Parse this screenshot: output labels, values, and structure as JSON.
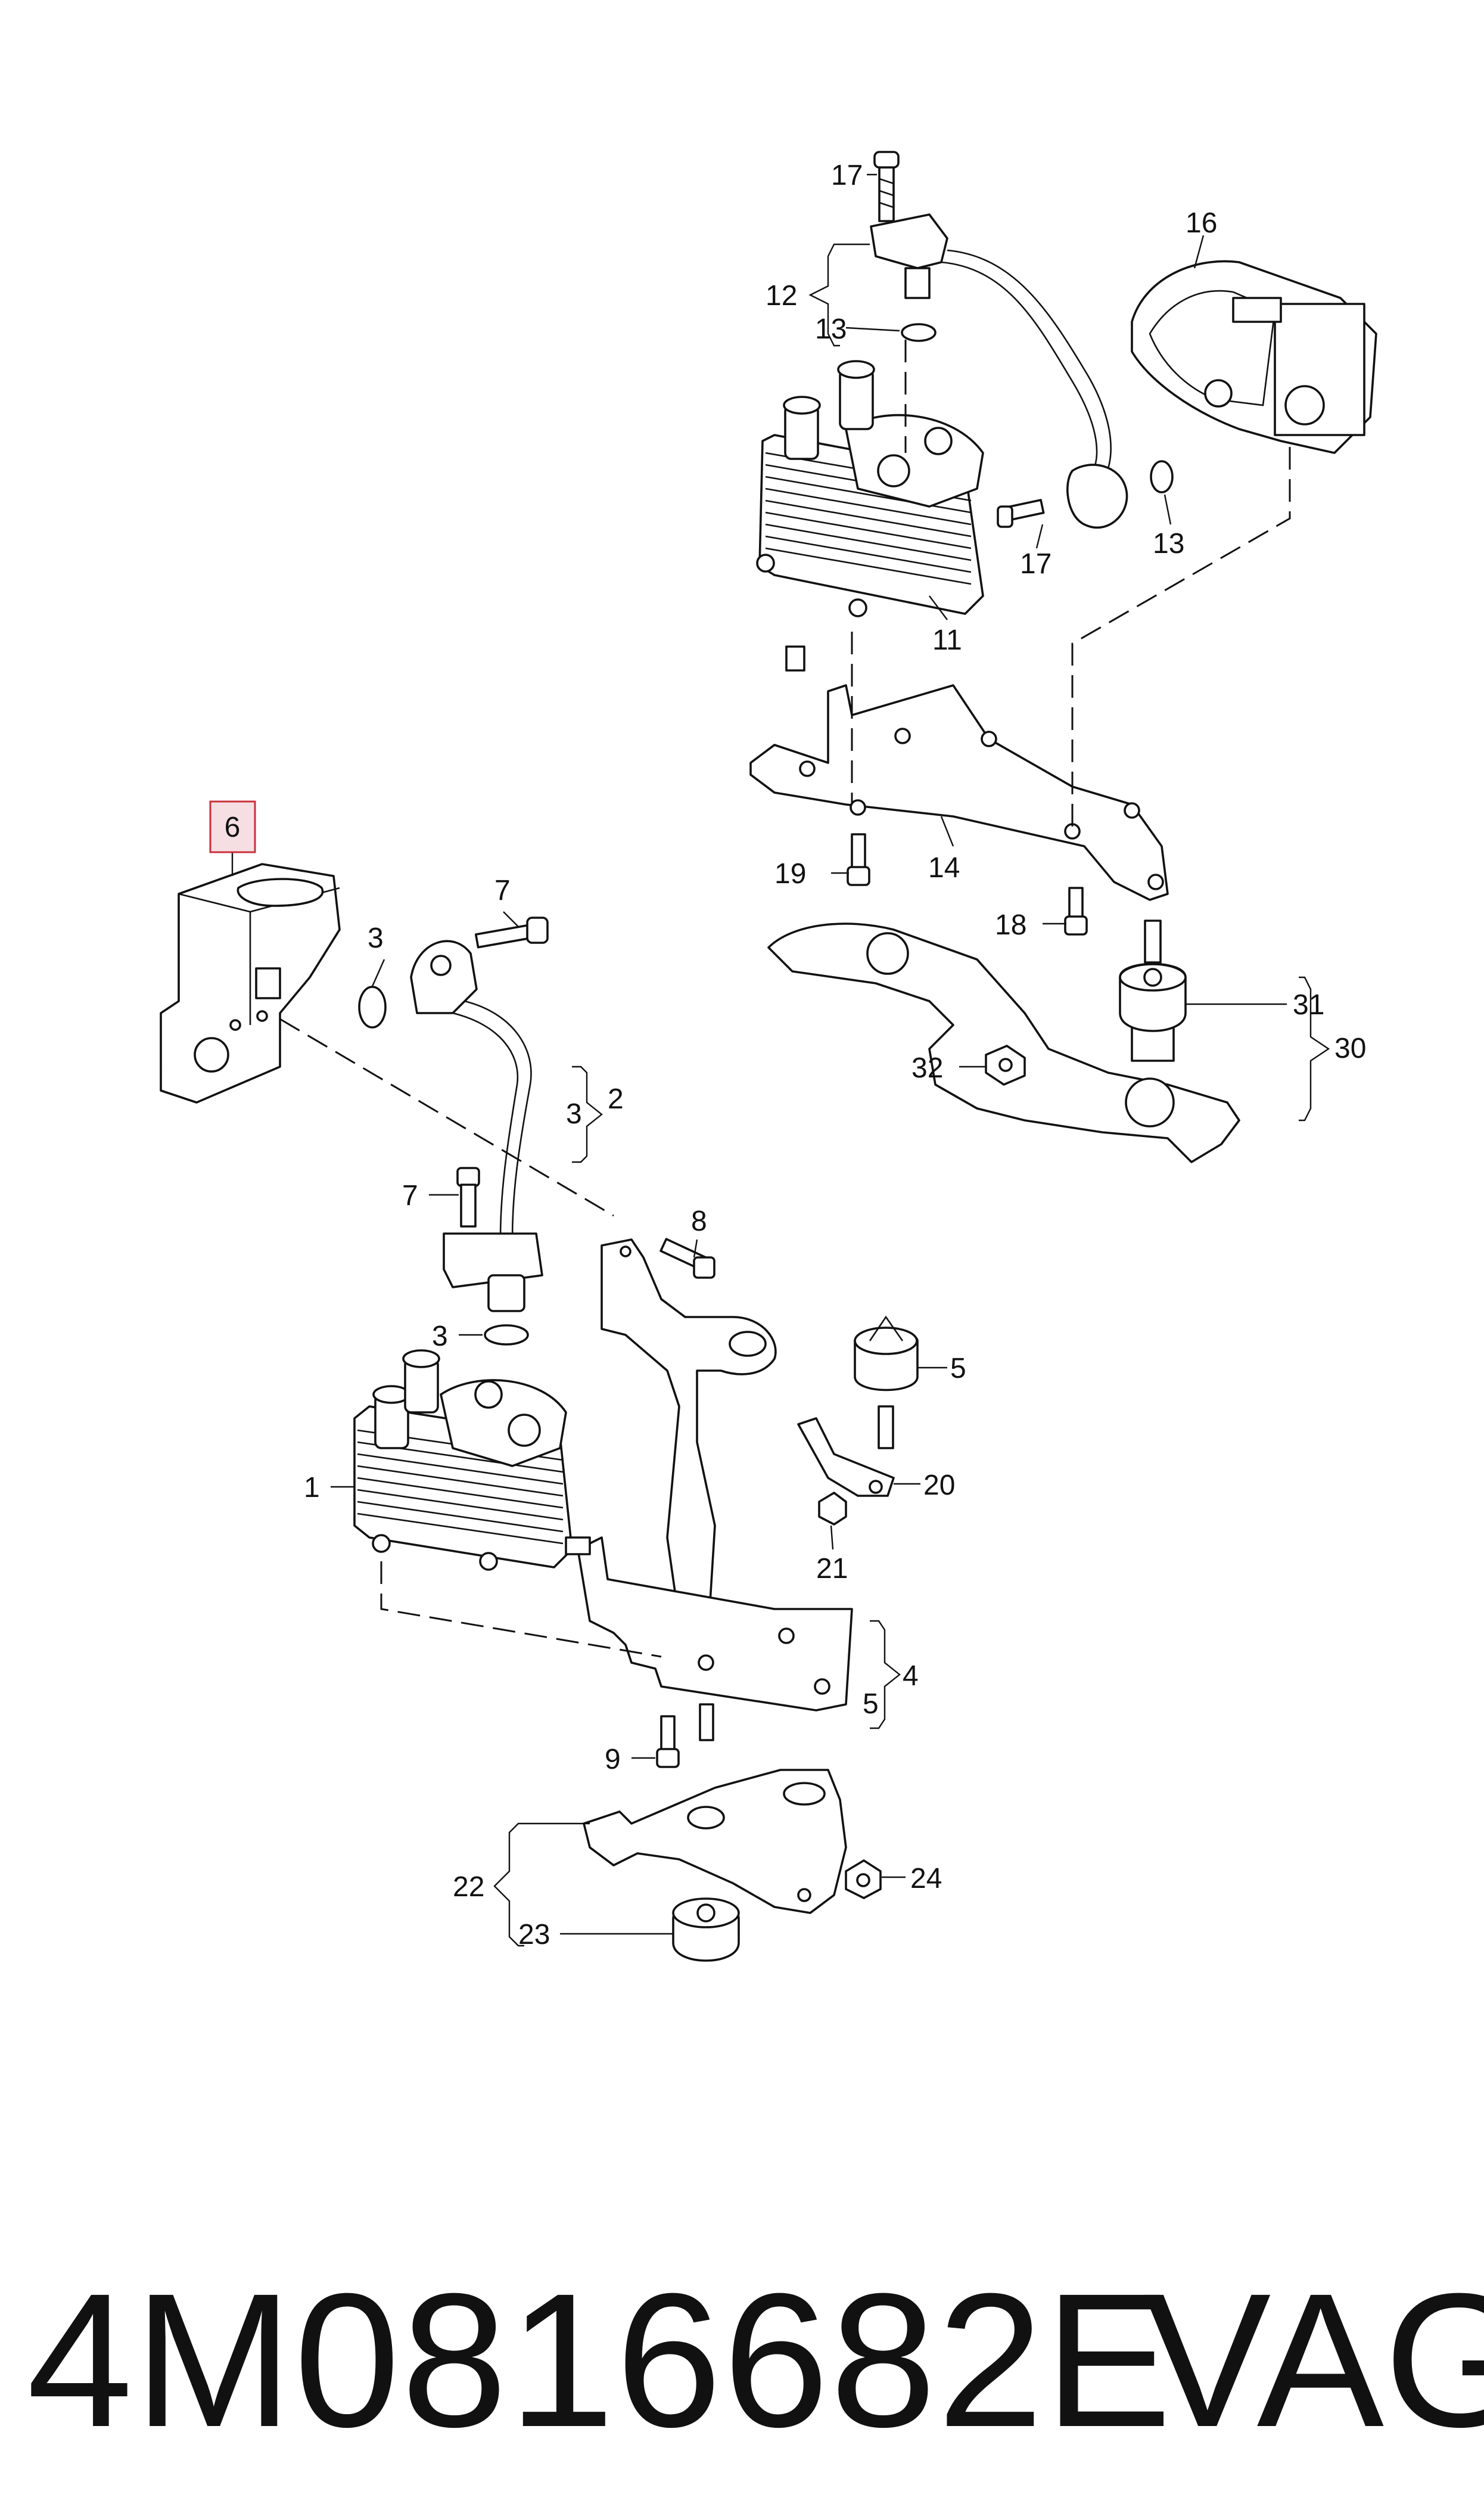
{
  "callouts": {
    "c1": "1",
    "c2": "2",
    "c3a": "3",
    "c3b": "3",
    "c3c": "3",
    "c4": "4",
    "c5a": "5",
    "c5b": "5",
    "c6": "6",
    "c7a": "7",
    "c7b": "7",
    "c8": "8",
    "c9": "9",
    "c11": "11",
    "c12": "12",
    "c13a": "13",
    "c13b": "13",
    "c14": "14",
    "c16": "16",
    "c17a": "17",
    "c17b": "17",
    "c18": "18",
    "c19": "19",
    "c20": "20",
    "c21": "21",
    "c22": "22",
    "c23": "23",
    "c24": "24",
    "c30": "30",
    "c31": "31",
    "c32": "32"
  },
  "highlighted_callout": "6",
  "colors": {
    "highlight_fill": "#f6dfe2",
    "highlight_border": "#c9303c",
    "line": "#111111"
  },
  "footer": {
    "part_number": "4M0816682E",
    "brand": "VAG"
  }
}
